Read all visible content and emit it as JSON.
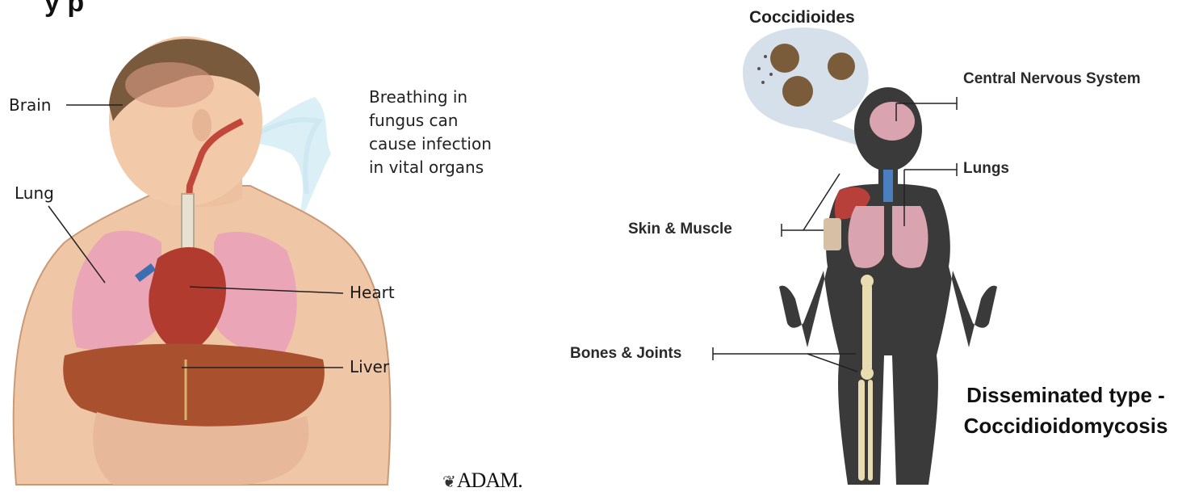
{
  "top_fragment": "y      p",
  "left_diagram": {
    "labels": {
      "brain": "Brain",
      "lung": "Lung",
      "heart": "Heart",
      "liver": "Liver"
    },
    "caption": "Breathing in\nfungus can\ncause infection\nin vital organs",
    "logo": "ADAM."
  },
  "right_diagram": {
    "title": "Coccidioides",
    "labels": {
      "cns": "Central Nervous System",
      "lungs": "Lungs",
      "skin_muscle": "Skin & Muscle",
      "bones_joints": "Bones & Joints"
    },
    "type_label_line1": "Disseminated type -",
    "type_label_line2": "Coccidioidomycosis"
  },
  "colors": {
    "silhouette": "#3a3a3a",
    "lung_pink": "#e8a8b8",
    "heart_red": "#b03a2e",
    "liver_brown": "#a0522d",
    "skin_tone": "#f2c8a8",
    "bone": "#e8dcb0",
    "trachea_blue": "#4a7fc0"
  }
}
